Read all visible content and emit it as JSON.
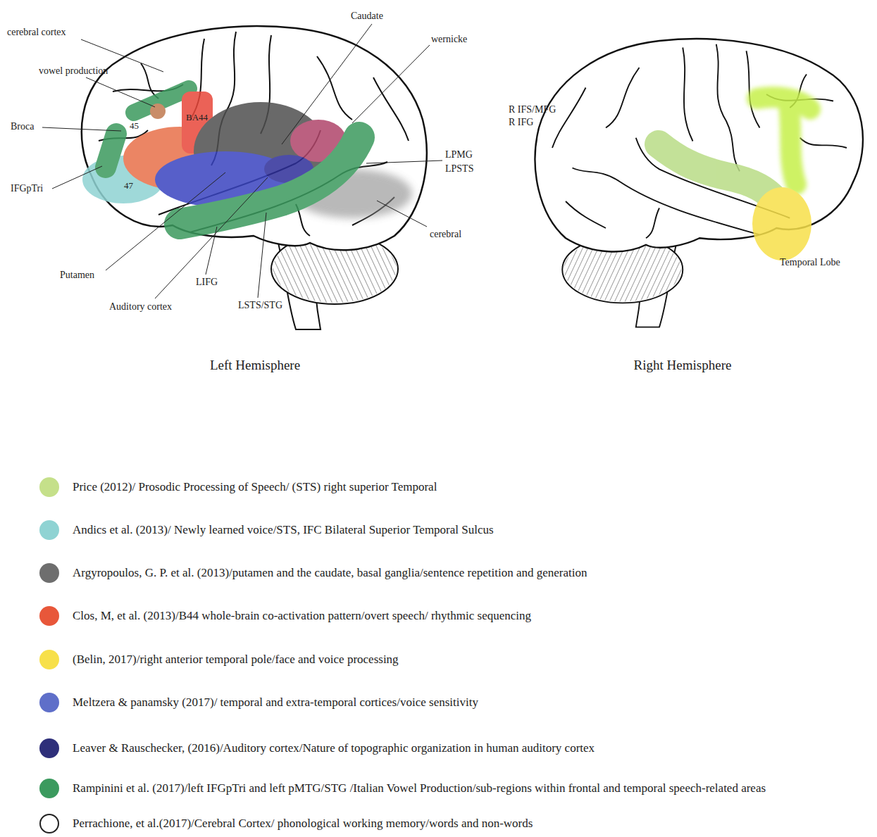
{
  "diagram": {
    "labels": [
      "cerebral cortex",
      "vowel production",
      "Broca",
      "45",
      "BA44",
      "47",
      "IFGpTri",
      "Caudate",
      "wernicke",
      "LPMG",
      "LPSTS",
      "cerebral",
      "Putamen",
      "LIFG",
      "Auditory cortex",
      "LSTS/STG",
      "Left Hemisphere",
      "R IFS/MFG",
      "R IFG",
      "Temporal Lobe",
      "Right Hemisphere"
    ],
    "legend": [
      {
        "text": "Price (2012)/ Prosodic Processing of Speech/ (STS) right superior Temporal",
        "color": "#c5e08a"
      },
      {
        "text": "Andics et al. (2013)/ Newly learned voice/STS, IFC Bilateral Superior Temporal Sulcus",
        "color": "#8fd3d3"
      },
      {
        "text": "Argyropoulos, G. P. et al. (2013)/putamen and the caudate, basal ganglia/sentence repetition and generation",
        "color": "#6e6e6e"
      },
      {
        "text": "Clos, M, et al. (2013)/B44 whole-brain co-activation pattern/overt speech/ rhythmic sequencing",
        "color": "#e8573a"
      },
      {
        "text": "(Belin, 2017)/right anterior temporal pole/face and voice processing",
        "color": "#f7e04a"
      },
      {
        "text": "Meltzera & panamsky (2017)/ temporal and extra-temporal cortices/voice sensitivity",
        "color": "#5f6fc9"
      },
      {
        "text": "Leaver & Rauschecker, (2016)/Auditory cortex/Nature of topographic organization in human auditory cortex",
        "color": "#2e2f7a"
      },
      {
        "text": "Rampinini et al. (2017)/left IFGpTri and left pMTG/STG /Italian Vowel Production/sub-regions within frontal and temporal speech-related areas",
        "color": "#3b9a5e"
      },
      {
        "text": "Perrachione, et al.(2017)/Cerebral Cortex/ phonological working memory/words and non-words"
      }
    ]
  }
}
